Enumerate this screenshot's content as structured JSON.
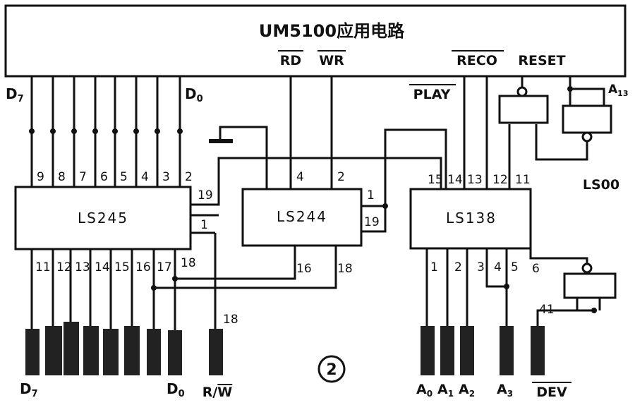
{
  "main_chip": {
    "title": "UM5100应用电路",
    "rd": "RD",
    "wr": "WR",
    "reco": "RECO",
    "reset": "RESET",
    "play": "PLAY"
  },
  "chips": {
    "ls245": "LS245",
    "ls244": "LS244",
    "ls138": "LS138",
    "ls00": "LS00"
  },
  "labels": {
    "d7": "D7",
    "d0": "D0",
    "a13": "A13",
    "rw": "R/W",
    "a0": "A0",
    "a1": "A1",
    "a2": "A2",
    "a3": "A3",
    "dev": "DEV"
  },
  "pins": {
    "ls245_top": [
      "9",
      "8",
      "7",
      "6",
      "5",
      "4",
      "3",
      "2"
    ],
    "ls245_side": [
      "19",
      "1"
    ],
    "ls245_bottom": [
      "11",
      "12",
      "13",
      "14",
      "15",
      "16",
      "17",
      "18"
    ],
    "ls244_top": [
      "4",
      "2"
    ],
    "ls244_side": [
      "1",
      "19"
    ],
    "ls244_bottom": [
      "16",
      "18"
    ],
    "ls138_top": [
      "15",
      "14",
      "13",
      "12",
      "11"
    ],
    "ls138_bottom": [
      "1",
      "2",
      "3",
      "4",
      "5",
      "6"
    ],
    "rw_pin": "18",
    "dev_pin": "41"
  },
  "figure_number": "②"
}
